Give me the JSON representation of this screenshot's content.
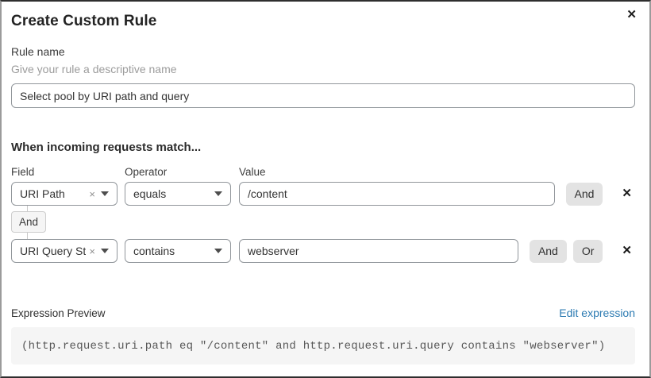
{
  "dialog": {
    "title": "Create Custom Rule",
    "close_glyph": "✕"
  },
  "rule_name": {
    "label": "Rule name",
    "hint": "Give your rule a descriptive name",
    "value": "Select pool by URI path and query"
  },
  "matcher": {
    "heading": "When incoming requests match...",
    "columns": {
      "field": "Field",
      "operator": "Operator",
      "value": "Value"
    },
    "connector": "And",
    "remove_glyph": "×",
    "delete_glyph": "✕",
    "rows": [
      {
        "field": "URI Path",
        "operator": "equals",
        "value": "/content",
        "buttons": [
          "And"
        ]
      },
      {
        "field": "URI Query St...",
        "operator": "contains",
        "value": "webserver",
        "buttons": [
          "And",
          "Or"
        ]
      }
    ]
  },
  "expression": {
    "label": "Expression Preview",
    "edit_link": "Edit expression",
    "code": "(http.request.uri.path eq \"/content\" and http.request.uri.query contains \"webserver\")"
  },
  "colors": {
    "link": "#2d7bb2",
    "button_bg": "#e3e3e3",
    "code_bg": "#f5f5f5",
    "input_border": "#91969b"
  }
}
